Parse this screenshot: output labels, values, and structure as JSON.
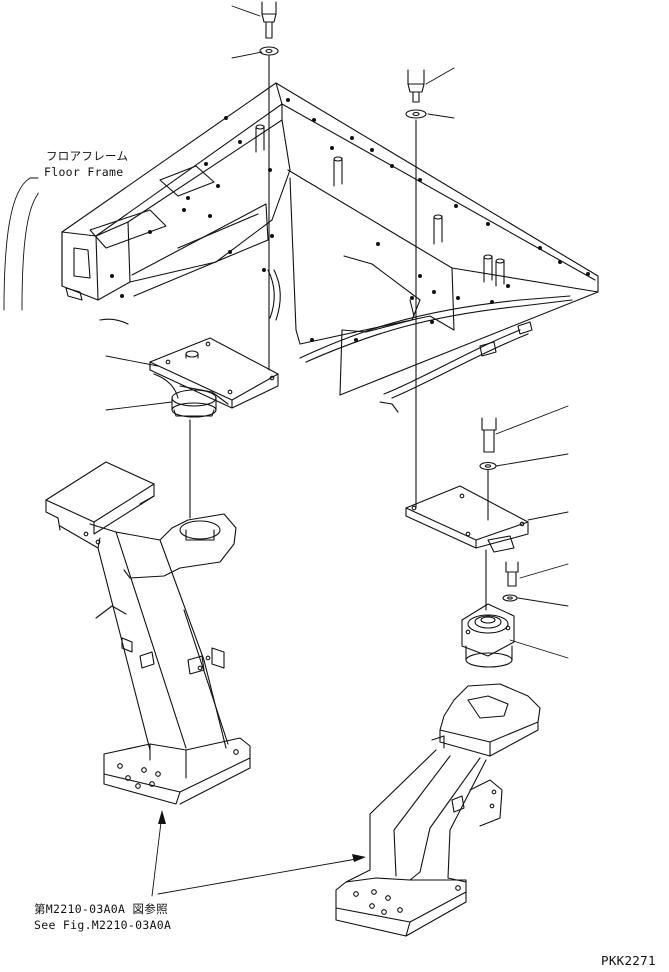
{
  "labels": {
    "floor_frame_ja": "フロアフレーム",
    "floor_frame_en": "Floor Frame",
    "reference_ja": "第M2210-03A0A 図参照",
    "reference_en": "See Fig.M2210-03A0A",
    "drawing_code": "PKK2271"
  }
}
